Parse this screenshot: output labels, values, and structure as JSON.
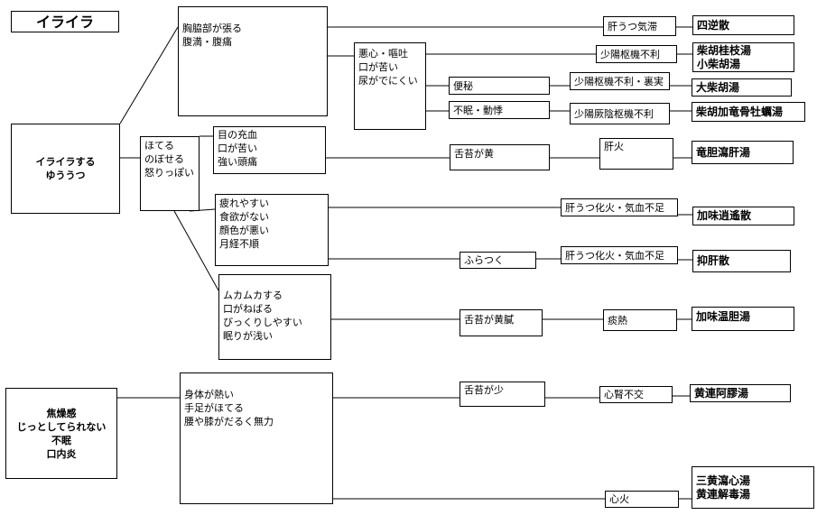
{
  "title": "イライラ",
  "root1": {
    "lines": [
      "イライラする",
      "ゆううつ"
    ]
  },
  "root2": {
    "lines": [
      "焦燥感",
      "じっとしてられない",
      "不眠",
      "口内炎"
    ]
  },
  "node_chest": {
    "lines": [
      "胸脇部が張る",
      "腹満・腹痛"
    ]
  },
  "node_nausea": {
    "lines": [
      "悪心・嘔吐",
      "口が苦い",
      "尿がでにくい"
    ]
  },
  "node_constipation": {
    "text": "便秘"
  },
  "node_insomnia": {
    "text": "不眠・動悸"
  },
  "node_hot": {
    "lines": [
      "ほてる",
      "のぼせる",
      "怒りっぽい"
    ]
  },
  "node_redeye": {
    "lines": [
      "目の充血",
      "口が苦い",
      "強い頭痛"
    ]
  },
  "node_tired": {
    "lines": [
      "疲れやすい",
      "食欲がない",
      "顔色が悪い",
      "月経不順"
    ]
  },
  "node_dizzy": {
    "text": "ふらつく"
  },
  "node_queasy": {
    "lines": [
      "ムカムカする",
      "口がねばる",
      "びっくりしやすい",
      "眠りが浅い"
    ]
  },
  "node_tongue_yellow": {
    "text": "舌苔が黄"
  },
  "node_tongue_greasy": {
    "text": "舌苔が黄膩"
  },
  "node_body_hot": {
    "lines": [
      "身体が熱い",
      "手足がほてる",
      "腰や膝がだるく無力"
    ]
  },
  "node_tongue_less": {
    "text": "舌苔が少"
  },
  "diag": {
    "liver_qi": "肝うつ気滞",
    "shaoyang": "少陽枢機不利",
    "shaoyang_interior": "少陽枢機不利・裏実",
    "shaoyang_jueyin": "少陽厥陰枢機不利",
    "liver_fire": "肝火",
    "liver_fire_qi_1": "肝うつ化火・気血不足",
    "liver_fire_qi_2": "肝うつ化火・気血不足",
    "phlegm_heat": "痰熱",
    "heart_kidney": "心腎不交",
    "heart_fire": "心火"
  },
  "rx": {
    "sigyakusan": "四逆散",
    "saiko_keishi": [
      "柴胡桂枝湯",
      "小柴胡湯"
    ],
    "daisaiko": "大柴胡湯",
    "saiko_ryukotsu": "柴胡加竜骨牡蠣湯",
    "ryutan": "竜胆瀉肝湯",
    "kami_shoyo": "加味逍遙散",
    "yokukan": "抑肝散",
    "kami_untan": "加味温胆湯",
    "oren_akyo": "黄連阿膠湯",
    "sano_shashin": [
      "三黄瀉心湯",
      "黄連解毒湯"
    ]
  }
}
